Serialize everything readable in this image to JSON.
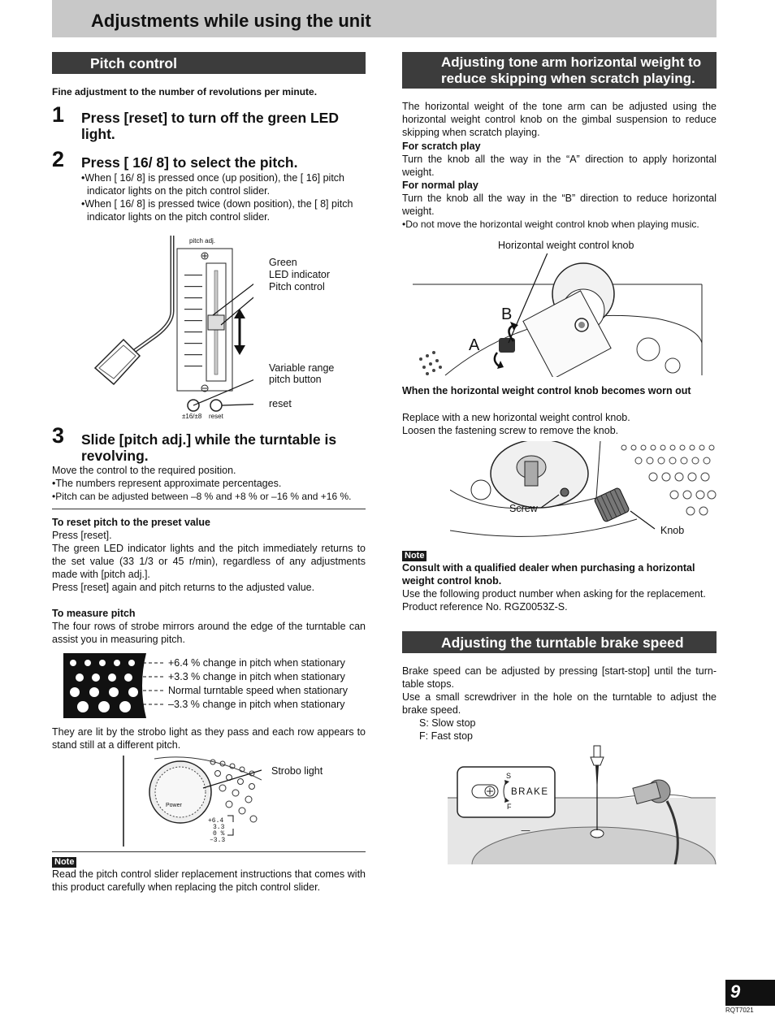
{
  "header": {
    "title": "Adjustments while using the unit"
  },
  "pitch": {
    "heading": "Pitch control",
    "intro": "Fine adjustment to the number of revolutions per minute.",
    "step1_num": "1",
    "step1": "Press [reset] to turn off the green LED light.",
    "step2_num": "2",
    "step2": "Press [  16/  8] to select the pitch.",
    "step2_bullet1": "•When [  16/  8] is pressed once (up position), the [  16] pitch indicator lights on the pitch control slider.",
    "step2_bullet2": "•When [  16/  8] is pressed twice (down position), the [   8] pitch indicator lights on the pitch control slider.",
    "diagram": {
      "panel_label": "pitch adj.",
      "lbl_green": "Green",
      "lbl_led": "LED indicator",
      "lbl_pitch": "Pitch control",
      "lbl_variable": "Variable range",
      "lbl_pitchbtn": "pitch button",
      "lbl_reset": "reset",
      "btn1": "±16/±8",
      "btn2": "reset"
    },
    "step3_num": "3",
    "step3": "Slide [pitch adj.] while the turntable is revolving.",
    "step3_text": "Move the control to the required position.",
    "step3_b1": "•The numbers represent approximate percentages.",
    "step3_b2": "•Pitch can be adjusted between –8 % and +8 % or –16 % and +16 %.",
    "reset_heading": "To reset pitch to the preset value",
    "reset_p1": "Press [reset].",
    "reset_p2": "The green LED indicator lights and the pitch immediately returns to the set value (33 1/3 or 45 r/min), regardless of any adjustments made with [pitch adj.].",
    "reset_p3": "Press [reset] again and pitch returns to the adjusted value.",
    "measure_heading": "To measure pitch",
    "measure_p1": "The four rows of strobe mirrors around the edge of the turntable can assist you in measuring pitch.",
    "strobe_rows": [
      "+6.4 % change in pitch when stationary",
      "+3.3 % change in pitch when stationary",
      "Normal turntable speed when stationary",
      "–3.3 % change in pitch when stationary"
    ],
    "measure_p2": "They are lit by the strobo light as they pass and each row appears to stand still at a different pitch.",
    "strobo_label": "Strobo light",
    "strobo_power": "Power",
    "strobo_ticks": [
      "+6.4",
      "3.3",
      "0  %",
      "–3.3"
    ],
    "note_label": "Note",
    "note_text": "Read the pitch control slider replacement instructions that comes with this product carefully when replacing the pitch control slider."
  },
  "tonearm": {
    "heading": "Adjusting tone arm horizontal weight to reduce skipping when scratch playing.",
    "p1": "The horizontal weight of the tone arm can be adjusted using the horizontal weight control knob on the gimbal suspension to reduce skipping when scratch playing.",
    "scratch_heading": "For scratch play",
    "scratch_text": "Turn the knob all the way in the “A” direction to apply horizontal weight.",
    "normal_heading": "For normal play",
    "normal_text": "Turn the knob all the way in the “B” direction to reduce horizontal weight.",
    "bullet": "•Do not move the horizontal weight control knob when playing music.",
    "diagram_label": "Horizontal weight control knob",
    "label_a": "A",
    "label_b": "B",
    "worn_heading": "When the horizontal weight control knob becomes worn out",
    "worn_p1": "Replace with a new horizontal weight control knob.",
    "worn_p2": "Loosen the fastening screw to remove the knob.",
    "lbl_screw": "Screw",
    "lbl_knob": "Knob",
    "note_label": "Note",
    "note_bold": "Consult with a qualified dealer when purchasing a horizontal weight control knob.",
    "note_p1": "Use the following product number when asking for the replacement.",
    "note_p2": "Product reference No. RGZ0053Z-S."
  },
  "brake": {
    "heading": "Adjusting the turntable brake speed",
    "p1": "Brake speed can be adjusted by pressing [start-stop] until the turn-table stops.",
    "p2": "Use a small screwdriver in the hole on the turntable to adjust the brake speed.",
    "s": "S: Slow stop",
    "f": "F: Fast stop",
    "brake_label": "BRAKE",
    "s_mark": "S",
    "f_mark": "F"
  },
  "footer": {
    "page_number": "9",
    "code": "RQT7021"
  }
}
